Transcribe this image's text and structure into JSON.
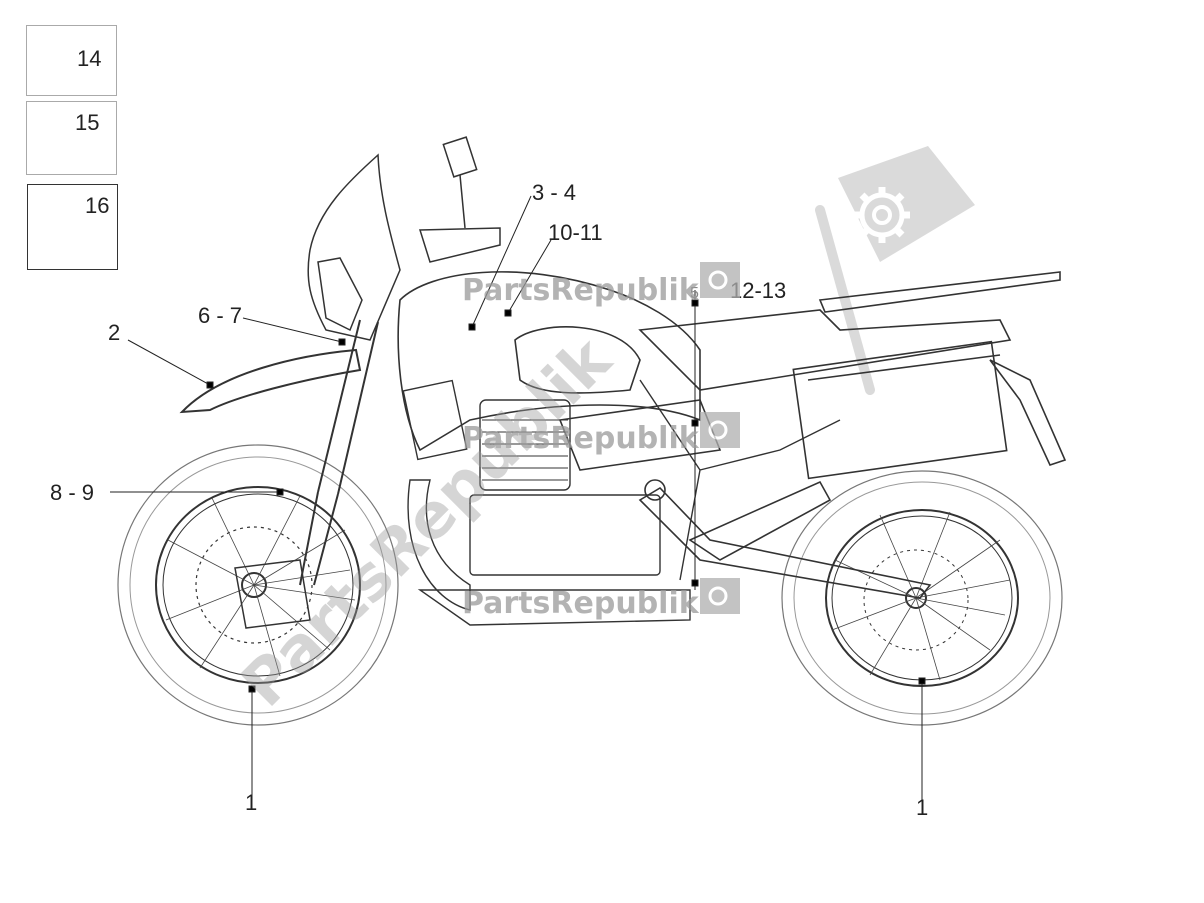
{
  "parts_boxes": [
    {
      "label": "14"
    },
    {
      "label": "15"
    },
    {
      "label": "16"
    }
  ],
  "callouts": {
    "c1_front": "1",
    "c1_rear": "1",
    "c2": "2",
    "c3_4": "3 - 4",
    "c5": "5",
    "c6_7": "6 - 7",
    "c8_9": "8 - 9",
    "c10_11": "10-11",
    "c12_13": "12-13"
  },
  "watermark": {
    "brand": "PartsRepublik",
    "brand_rotated": "PartsRepublik",
    "icon": "gear-icon"
  },
  "colors": {
    "line": "#222222",
    "watermark": "#9a9a9a",
    "watermark_flag": "#bdbdbd"
  }
}
